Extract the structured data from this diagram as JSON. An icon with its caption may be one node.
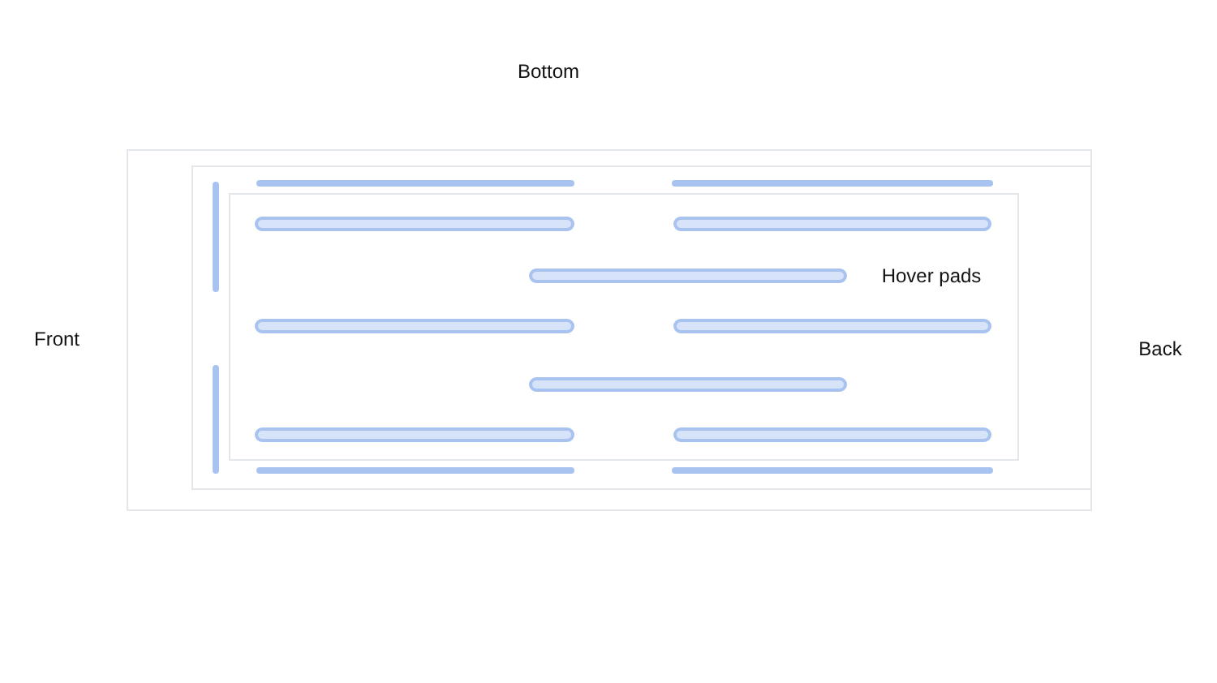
{
  "diagram": {
    "labels": [
      "Bottom",
      "Front",
      "Back",
      "Hover pads"
    ]
  }
}
